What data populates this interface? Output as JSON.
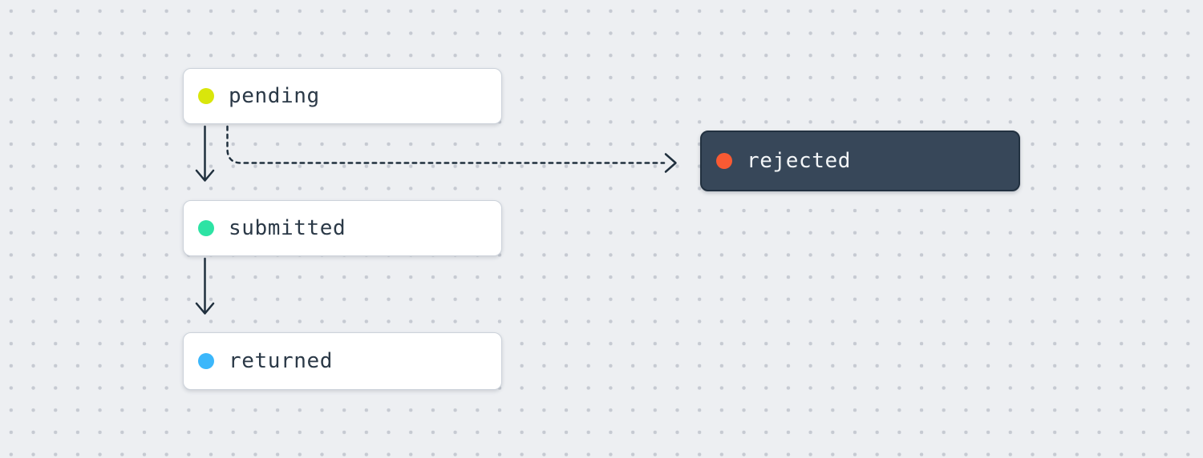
{
  "canvas": {
    "type": "workflow-state-diagram"
  },
  "colors": {
    "canvas_bg": "#edeff2",
    "grid_dot": "#c6cad2",
    "node_light_bg": "#ffffff",
    "node_light_border": "#ccd2da",
    "node_dark_bg": "#374759",
    "node_dark_border": "#223140",
    "text_dark": "#2b3947",
    "text_light": "#f3f6f8",
    "arrow": "#20303e"
  },
  "nodes": [
    {
      "id": "pending",
      "label": "pending",
      "variant": "light",
      "dot_color": "#d9e60b"
    },
    {
      "id": "rejected",
      "label": "rejected",
      "variant": "dark",
      "dot_color": "#f95a33"
    },
    {
      "id": "submitted",
      "label": "submitted",
      "variant": "light",
      "dot_color": "#2de3a4"
    },
    {
      "id": "returned",
      "label": "returned",
      "variant": "light",
      "dot_color": "#3bb7fb"
    }
  ],
  "edges": [
    {
      "from": "pending",
      "to": "submitted",
      "style": "solid"
    },
    {
      "from": "pending",
      "to": "rejected",
      "style": "dashed"
    },
    {
      "from": "submitted",
      "to": "returned",
      "style": "solid"
    }
  ]
}
